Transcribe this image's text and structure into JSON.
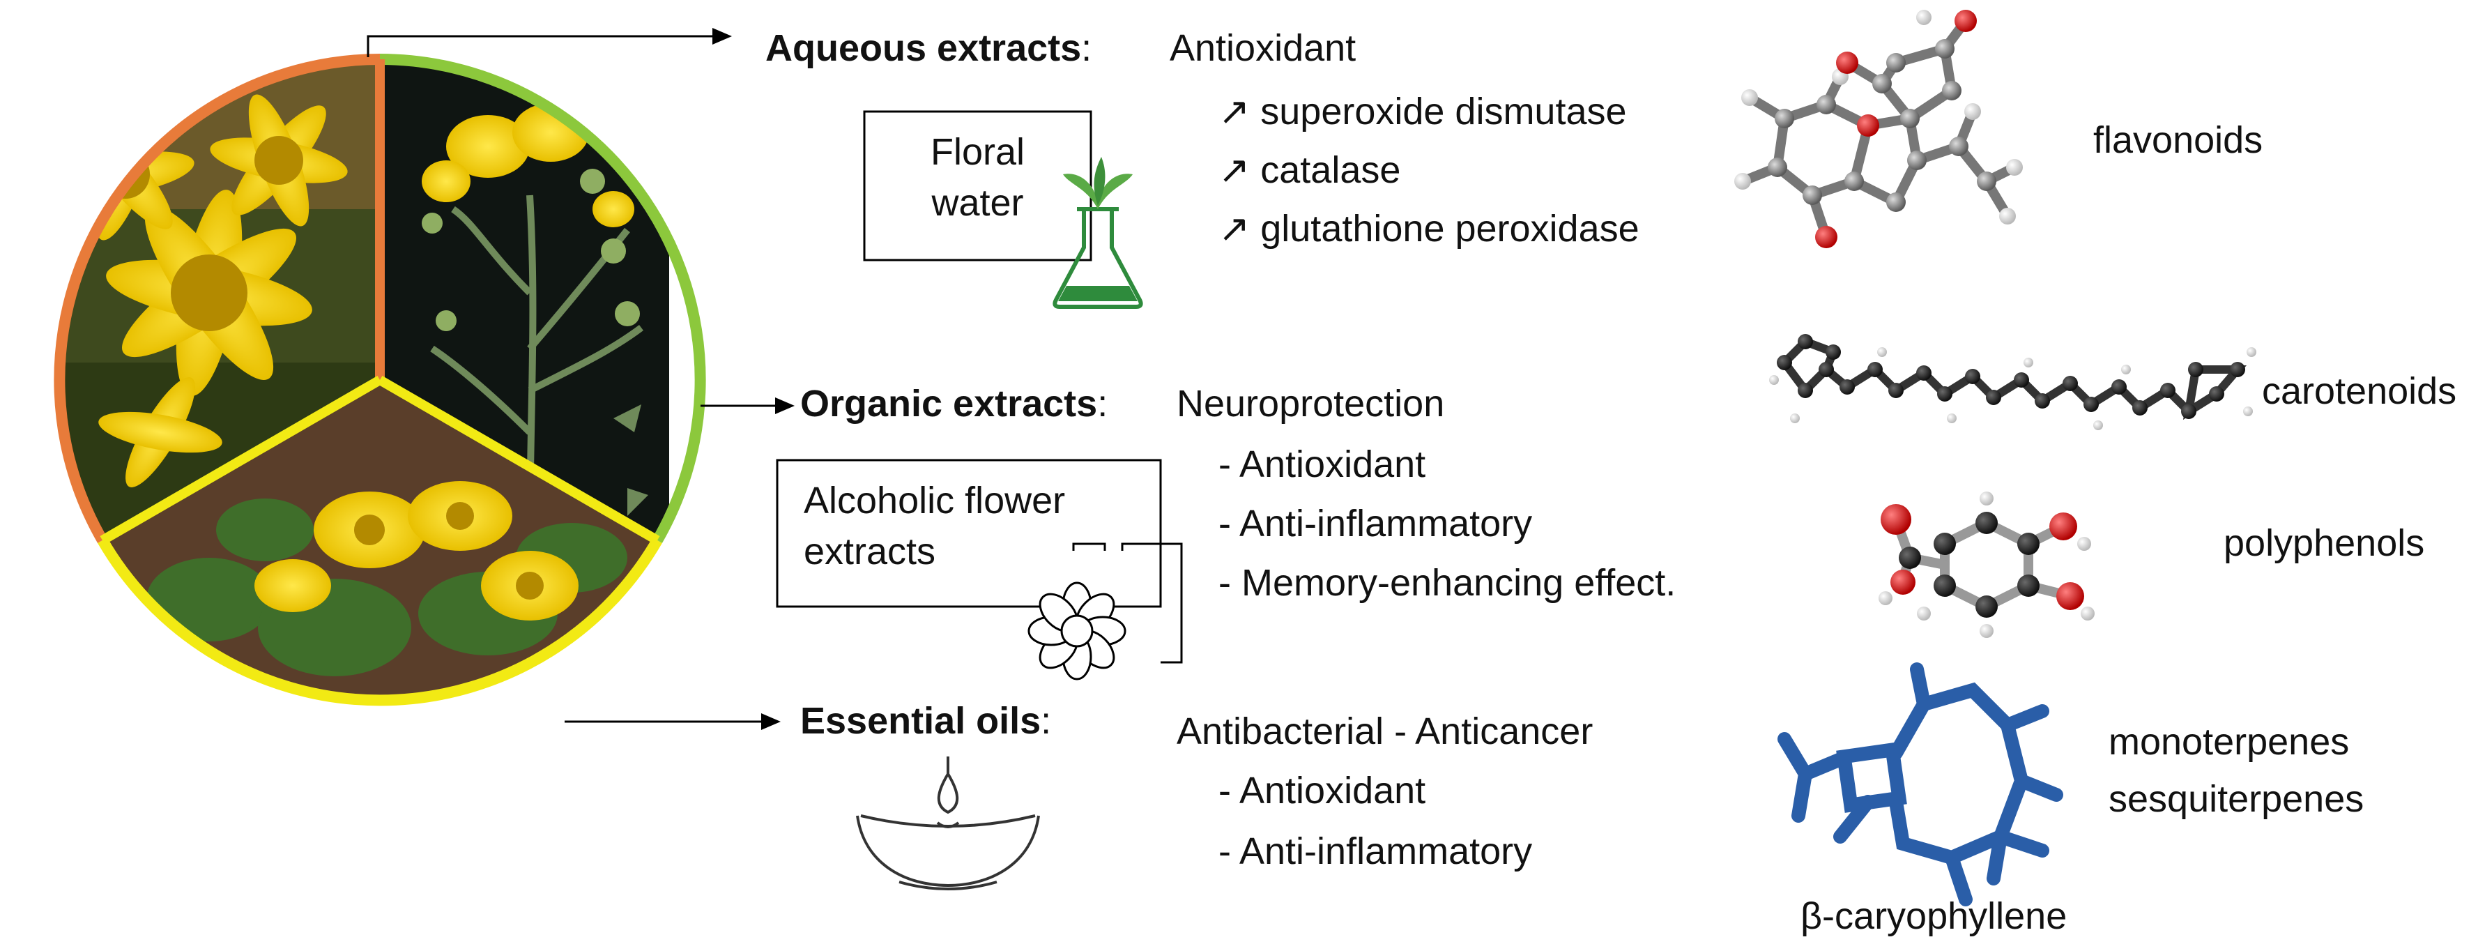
{
  "sections": {
    "aqueous": {
      "title": "Aqueous extracts",
      "colon": ":",
      "effect": "Antioxidant",
      "box_line1": "Floral",
      "box_line2": "water",
      "items": [
        "↗ superoxide dismutase",
        "↗ catalase",
        "↗ glutathione peroxidase"
      ],
      "compounds": [
        "flavonoids"
      ],
      "icon": "flask-icon"
    },
    "organic": {
      "title": "Organic extracts",
      "colon": ":",
      "effect": "Neuroprotection",
      "box_line1": "Alcoholic flower",
      "box_line2": "extracts",
      "items": [
        "- Antioxidant",
        "- Anti-inflammatory",
        "- Memory-enhancing effect."
      ],
      "compounds": [
        "carotenoids",
        "polyphenols"
      ],
      "icon": "flower-icon"
    },
    "essential": {
      "title": "Essential oils",
      "colon": ":",
      "effect": "Antibacterial - Anticancer",
      "items": [
        "- Antioxidant",
        "- Anti-inflammatory"
      ],
      "compounds": [
        "monoterpenes",
        "sesquiterpenes"
      ],
      "molecule_label": "β-caryophyllene",
      "icon": "oil-bowl-icon"
    }
  },
  "colors": {
    "segment_orange": "#e87b3a",
    "segment_green": "#8cc83c",
    "segment_yellow": "#f2ea14",
    "molecule_blue": "#2a5ea8",
    "atom_red": "#e01c1c",
    "atom_grey": "#8a8a8a",
    "flask_green": "#2e8b3c"
  }
}
